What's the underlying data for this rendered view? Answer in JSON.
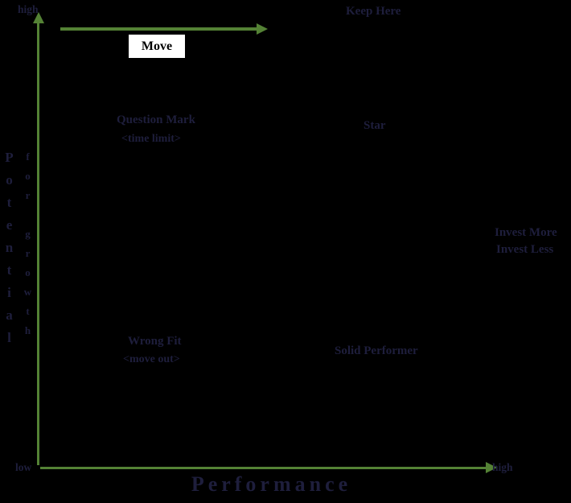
{
  "diagram": {
    "background_color": "#000000",
    "arrow_color": "#548235",
    "label_color": "#1e1e3c",
    "y_axis": {
      "title_word1": "Potential",
      "title_word2": "for growth",
      "top_label": "high",
      "bottom_label": "low"
    },
    "x_axis": {
      "title": "Performance",
      "right_label": "high"
    },
    "move_callout": {
      "label": "Move"
    },
    "labels": {
      "keep_here": "Keep Here",
      "question_mark_title": "Question Mark",
      "question_mark_subtitle": "<time limit>",
      "star": "Star",
      "invest_more": "Invest More",
      "invest_less": "Invest Less",
      "wrong_fit_title": "Wrong Fit",
      "wrong_fit_subtitle": "<move out>",
      "solid_performer": "Solid Performer"
    }
  }
}
